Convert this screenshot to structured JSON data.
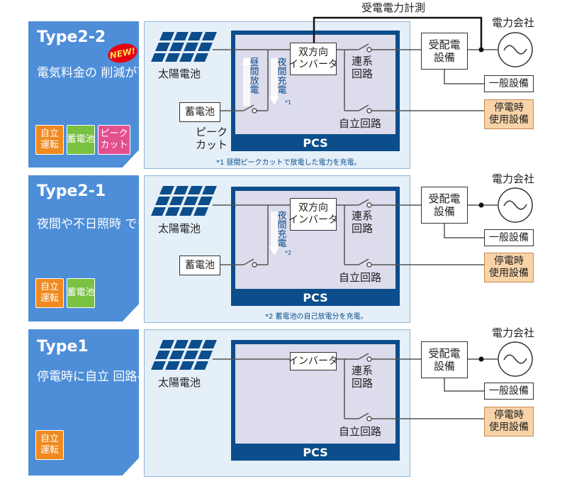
{
  "header": {
    "metering_label": "受電電力計測"
  },
  "labels": {
    "utility": "電力会社",
    "solar": "太陽電池",
    "battery": "蓄電池",
    "pcs": "PCS",
    "grid_tie": "連系\n回路",
    "self_sustain": "自立回路",
    "power_receiving": "受配電\n設備",
    "general_equipment": "一般設備",
    "outage_equipment": "停電時\n使用設備"
  },
  "panels": [
    {
      "title": "Type2-2",
      "badge": "NEW!",
      "description": "電気料金の\n削減が可能",
      "tags": [
        "自立\n運転",
        "蓄電池",
        "ピーク\nカット"
      ],
      "inverter": "双方向\nインバータ",
      "discharge_label": "昼\n間\n放\n電",
      "charge_label": "夜\n間\n充\n電",
      "charge_mark": "*1",
      "peak_cut_label": "ピーク\nカット",
      "footnote": "*1 昼間ピークカットで放電した電力を充電。"
    },
    {
      "title": "Type2-1",
      "description": "夜間や不日照時\nでも安定した\n電力を供給。",
      "tags": [
        "自立\n運転",
        "蓄電池"
      ],
      "inverter": "双方向\nインバータ",
      "charge_label": "夜\n間\n充\n電",
      "charge_mark": "*2",
      "footnote": "*2 蓄電池の自己放電分を充電。"
    },
    {
      "title": "Type1",
      "description": "停電時に自立\n回路へ。自動的に\n電力を供給。",
      "tags": [
        "自立\n運転"
      ],
      "inverter": "インバータ"
    }
  ],
  "colors": {
    "card_blue": "#4e8ed8",
    "pcs_navy": "#0c4d8c",
    "panel_bg": "#e4eff8",
    "tag_orange": "#f08a1e",
    "tag_green": "#79c141",
    "tag_pink": "#e4508e",
    "badge_red": "#e60012",
    "outage_box": "#f8d3a8"
  }
}
